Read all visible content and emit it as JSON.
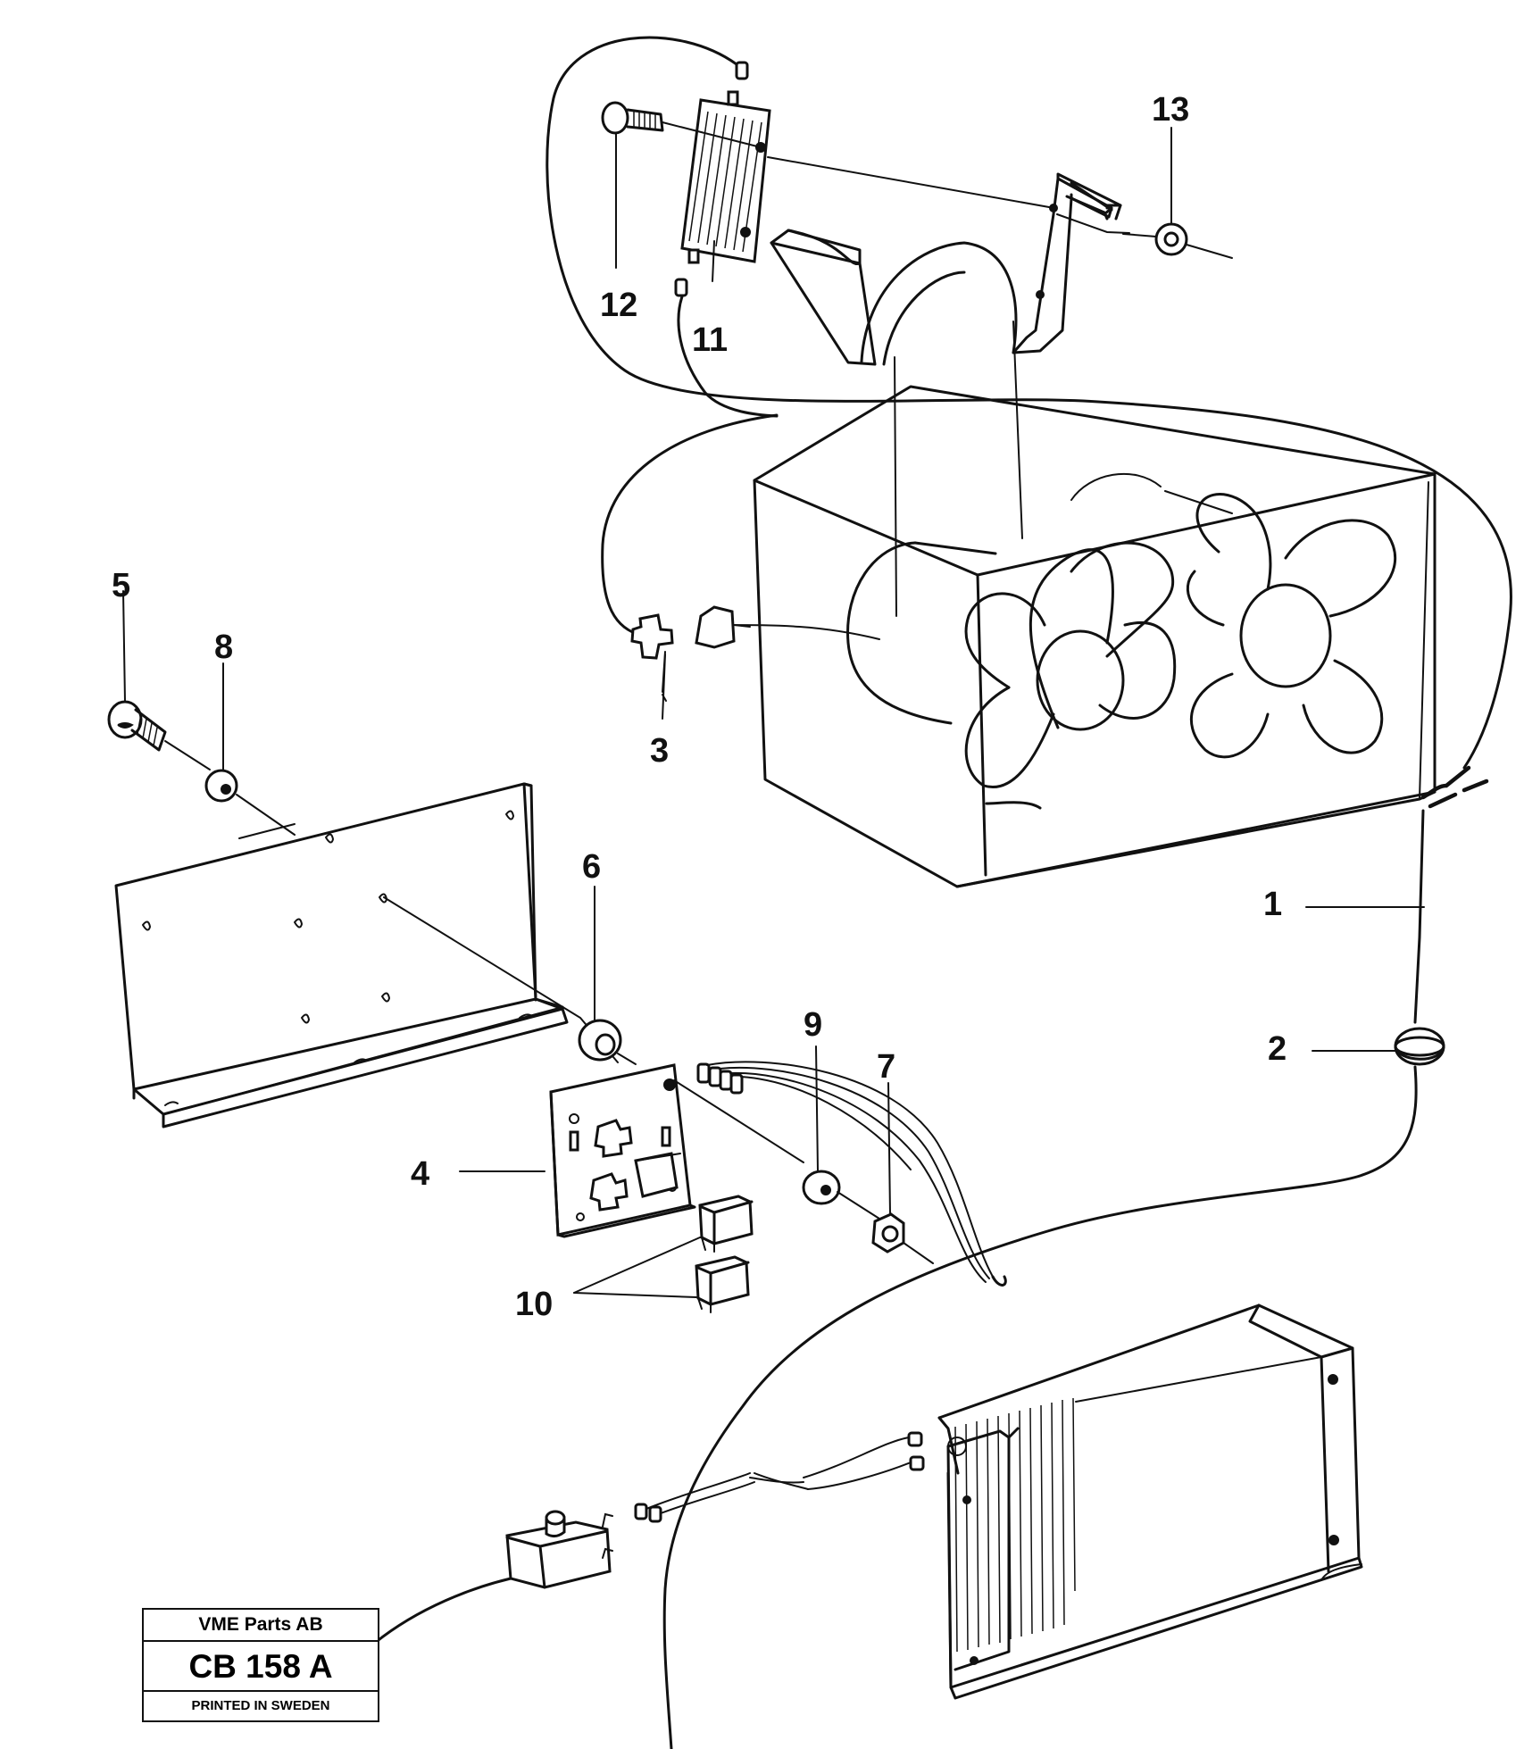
{
  "stamp": {
    "company": "VME Parts AB",
    "code": "CB 158 A",
    "printed": "PRINTED IN SWEDEN"
  },
  "callouts": [
    {
      "id": "1",
      "label": "1"
    },
    {
      "id": "2",
      "label": "2"
    },
    {
      "id": "3",
      "label": "3"
    },
    {
      "id": "4",
      "label": "4"
    },
    {
      "id": "5",
      "label": "5"
    },
    {
      "id": "6",
      "label": "6"
    },
    {
      "id": "7",
      "label": "7"
    },
    {
      "id": "8",
      "label": "8"
    },
    {
      "id": "9",
      "label": "9"
    },
    {
      "id": "10",
      "label": "10"
    },
    {
      "id": "11",
      "label": "11"
    },
    {
      "id": "12",
      "label": "12"
    },
    {
      "id": "13",
      "label": "13"
    }
  ]
}
